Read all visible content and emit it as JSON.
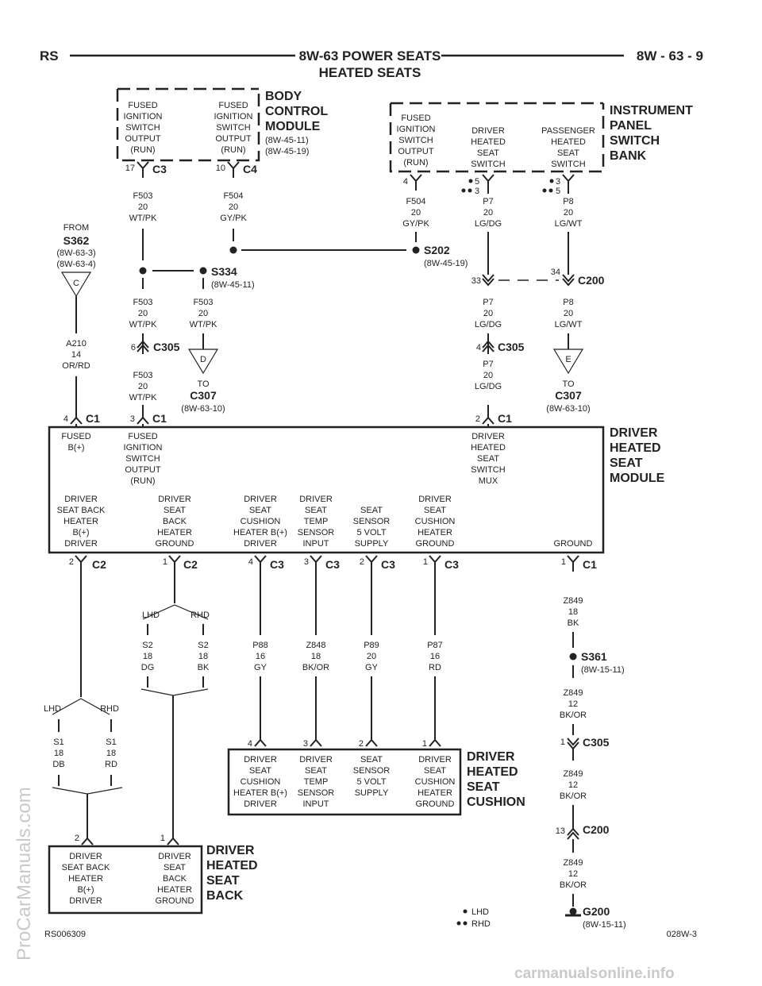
{
  "header": {
    "left": "RS",
    "title": "8W-63 POWER SEATS",
    "subtitle": "HEATED SEATS",
    "right": "8W - 63 - 9"
  },
  "bcm": {
    "name": [
      "BODY",
      "CONTROL",
      "MODULE"
    ],
    "refs": [
      "(8W-45-11)",
      "(8W-45-19)"
    ],
    "out1": [
      "FUSED",
      "IGNITION",
      "SWITCH",
      "OUTPUT",
      "(RUN)"
    ],
    "out2": [
      "FUSED",
      "IGNITION",
      "SWITCH",
      "OUTPUT",
      "(RUN)"
    ],
    "pin1": "17",
    "conn1": "C3",
    "pin2": "10",
    "conn2": "C4"
  },
  "ipsb": {
    "name": [
      "INSTRUMENT",
      "PANEL",
      "SWITCH",
      "BANK"
    ],
    "col1": [
      "FUSED",
      "IGNITION",
      "SWITCH",
      "OUTPUT",
      "(RUN)"
    ],
    "col2": [
      "DRIVER",
      "HEATED",
      "SEAT",
      "SWITCH"
    ],
    "col3": [
      "PASSENGER",
      "HEATED",
      "SEAT",
      "SWITCH"
    ],
    "pin1": "4",
    "pin2a": "5",
    "pin2b": "3",
    "pin3a": "3",
    "pin3b": "5"
  },
  "wires": {
    "f503_top": [
      "F503",
      "20",
      "WT/PK"
    ],
    "f504_top": [
      "F504",
      "20",
      "GY/PK"
    ],
    "f504_ip": [
      "F504",
      "20",
      "GY/PK"
    ],
    "p7_top": [
      "P7",
      "20",
      "LG/DG"
    ],
    "p8_top": [
      "P8",
      "20",
      "LG/WT"
    ],
    "f503_mid": [
      "F503",
      "20",
      "WT/PK"
    ],
    "f503_d": [
      "F503",
      "20",
      "WT/PK"
    ],
    "p7_mid": [
      "P7",
      "20",
      "LG/DG"
    ],
    "p8_mid": [
      "P8",
      "20",
      "LG/WT"
    ],
    "a210": [
      "A210",
      "14",
      "OR/RD"
    ],
    "f503_low": [
      "F503",
      "20",
      "WT/PK"
    ],
    "p7_low": [
      "P7",
      "20",
      "LG/DG"
    ],
    "s2_lhd": [
      "S2",
      "18",
      "DG"
    ],
    "s2_rhd": [
      "S2",
      "18",
      "BK"
    ],
    "p88": [
      "P88",
      "16",
      "GY"
    ],
    "z848": [
      "Z848",
      "18",
      "BK/OR"
    ],
    "p89": [
      "P89",
      "20",
      "GY"
    ],
    "p87": [
      "P87",
      "16",
      "RD"
    ],
    "z849a": [
      "Z849",
      "18",
      "BK"
    ],
    "z849b": [
      "Z849",
      "12",
      "BK/OR"
    ],
    "z849c": [
      "Z849",
      "12",
      "BK/OR"
    ],
    "z849d": [
      "Z849",
      "12",
      "BK/OR"
    ],
    "s1_lhd": [
      "S1",
      "18",
      "DB"
    ],
    "s1_rhd": [
      "S1",
      "18",
      "RD"
    ]
  },
  "splices": {
    "s334": "S334",
    "s334_ref": "(8W-45-11)",
    "s202": "S202",
    "s202_ref": "(8W-45-19)",
    "s361": "S361",
    "s361_ref": "(8W-15-11)",
    "g200": "G200",
    "g200_ref": "(8W-15-11)"
  },
  "from_s362": {
    "from": "FROM",
    "name": "S362",
    "refs": [
      "(8W-63-3)",
      "(8W-63-4)"
    ],
    "letter": "C"
  },
  "connectors": {
    "c200_top": "C200",
    "c200_pin_a": "33",
    "c200_pin_b": "34",
    "c305_a": "C305",
    "c305_a_pin": "6",
    "c305_b": "C305",
    "c305_b_pin": "4",
    "c305_c": "C305",
    "c305_c_pin": "1",
    "c200_low": "C200",
    "c200_low_pin": "13"
  },
  "to_c307": [
    {
      "letter": "D",
      "to": "TO",
      "name": "C307",
      "ref": "(8W-63-10)"
    },
    {
      "letter": "E",
      "to": "TO",
      "name": "C307",
      "ref": "(8W-63-10)"
    }
  ],
  "module_pins_top": [
    {
      "pin": "4",
      "conn": "C1"
    },
    {
      "pin": "3",
      "conn": "C1"
    },
    {
      "pin": "2",
      "conn": "C1"
    }
  ],
  "dhsm": {
    "name": [
      "DRIVER",
      "HEATED",
      "SEAT",
      "MODULE"
    ],
    "top1": [
      "FUSED",
      "B(+)"
    ],
    "top2": [
      "FUSED",
      "IGNITION",
      "SWITCH",
      "OUTPUT",
      "(RUN)"
    ],
    "top3": [
      "DRIVER",
      "HEATED",
      "SEAT",
      "SWITCH",
      "MUX"
    ],
    "b1": [
      "DRIVER",
      "SEAT BACK",
      "HEATER",
      "B(+)",
      "DRIVER"
    ],
    "b2": [
      "DRIVER",
      "SEAT",
      "BACK",
      "HEATER",
      "GROUND"
    ],
    "b3": [
      "DRIVER",
      "SEAT",
      "CUSHION",
      "HEATER B(+)",
      "DRIVER"
    ],
    "b4": [
      "DRIVER",
      "SEAT",
      "TEMP",
      "SENSOR",
      "INPUT"
    ],
    "b5": [
      "SEAT",
      "SENSOR",
      "5 VOLT",
      "SUPPLY"
    ],
    "b6": [
      "DRIVER",
      "SEAT",
      "CUSHION",
      "HEATER",
      "GROUND"
    ],
    "b7": [
      "GROUND"
    ]
  },
  "module_pins_bottom": [
    {
      "pin": "2",
      "conn": "C2"
    },
    {
      "pin": "1",
      "conn": "C2"
    },
    {
      "pin": "4",
      "conn": "C3"
    },
    {
      "pin": "3",
      "conn": "C3"
    },
    {
      "pin": "2",
      "conn": "C3"
    },
    {
      "pin": "1",
      "conn": "C3"
    },
    {
      "pin": "1",
      "conn": "C1"
    }
  ],
  "option": {
    "lhd": "LHD",
    "rhd": "RHD"
  },
  "cushion": {
    "name": [
      "DRIVER",
      "HEATED",
      "SEAT",
      "CUSHION"
    ],
    "c1": [
      "DRIVER",
      "SEAT",
      "CUSHION",
      "HEATER B(+)",
      "DRIVER"
    ],
    "c2": [
      "DRIVER",
      "SEAT",
      "TEMP",
      "SENSOR",
      "INPUT"
    ],
    "c3": [
      "SEAT",
      "SENSOR",
      "5 VOLT",
      "SUPPLY"
    ],
    "c4": [
      "DRIVER",
      "SEAT",
      "CUSHION",
      "HEATER",
      "GROUND"
    ],
    "pins": [
      "4",
      "3",
      "2",
      "1"
    ]
  },
  "back": {
    "name": [
      "DRIVER",
      "HEATED",
      "SEAT",
      "BACK"
    ],
    "c1": [
      "DRIVER",
      "SEAT BACK",
      "HEATER",
      "B(+)",
      "DRIVER"
    ],
    "c2": [
      "DRIVER",
      "SEAT",
      "BACK",
      "HEATER",
      "GROUND"
    ],
    "pins": [
      "2",
      "1"
    ]
  },
  "legend": {
    "lhd": "LHD",
    "rhd": "RHD"
  },
  "footer": {
    "left": "RS006309",
    "right": "028W-3"
  },
  "watermarks": {
    "side": "ProCarManuals.com",
    "bottom": "carmanualsonline.info"
  }
}
